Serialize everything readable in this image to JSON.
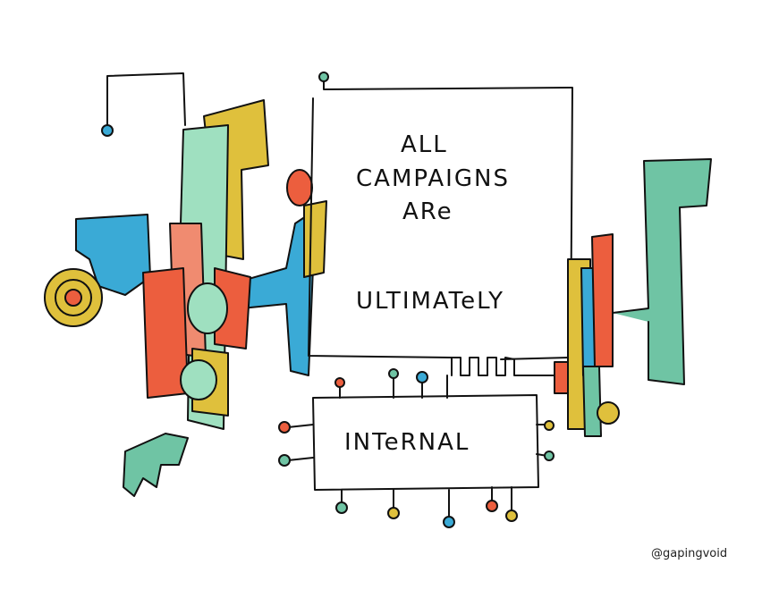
{
  "cartoon": {
    "line1": "ALL",
    "line2": "CAMPAIGNS",
    "line3": "ARe",
    "line4": "ULTIMATeLY",
    "box_label": "INTeRNAL",
    "signature": "@gapingvoid"
  },
  "colors": {
    "blue": "#3aaad6",
    "teal": "#6fc4a4",
    "mint": "#9fe0c0",
    "yellow": "#dfc03c",
    "red": "#ec5e3e",
    "salmon": "#f08b70",
    "ink": "#111111"
  }
}
